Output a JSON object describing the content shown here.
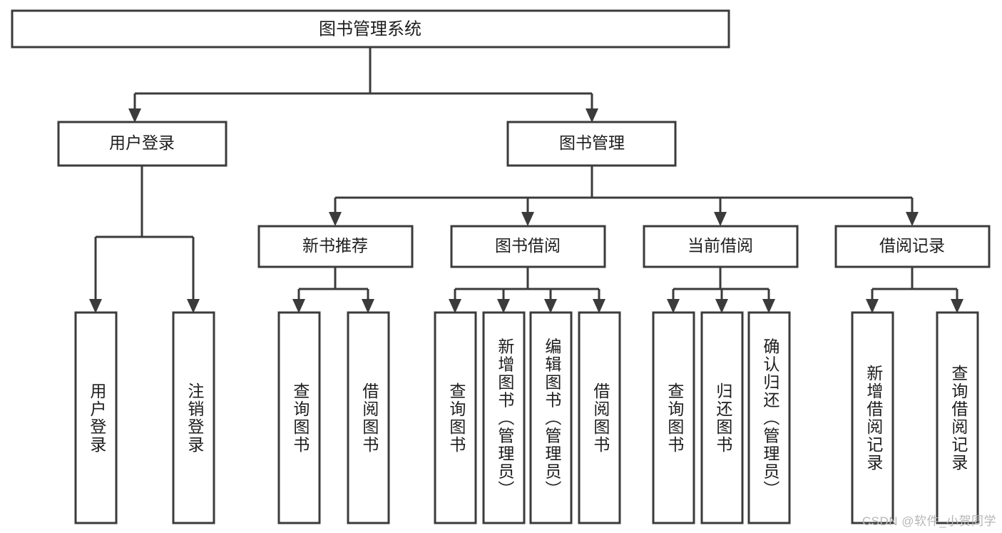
{
  "diagram": {
    "title": "图书管理系统",
    "type": "tree",
    "watermark": "CSDN @软件_小贺同学",
    "colors": {
      "stroke": "#3b3b3b",
      "fill": "#ffffff",
      "text": "#1d1d1d",
      "watermark": "#b6b6b6"
    },
    "root": {
      "label": "图书管理系统"
    },
    "level2": [
      {
        "label": "用户登录"
      },
      {
        "label": "图书管理"
      }
    ],
    "level3": [
      {
        "label": "新书推荐"
      },
      {
        "label": "图书借阅"
      },
      {
        "label": "当前借阅"
      },
      {
        "label": "借阅记录"
      }
    ],
    "leaves": {
      "user_login": [
        {
          "label": "用户登录"
        },
        {
          "label": "注销登录"
        }
      ],
      "new_book_recommend": [
        {
          "label": "查询图书"
        },
        {
          "label": "借阅图书"
        }
      ],
      "book_borrow": [
        {
          "label": "查询图书"
        },
        {
          "label": "新增图书（管理员）"
        },
        {
          "label": "编辑图书（管理员）"
        },
        {
          "label": "借阅图书"
        }
      ],
      "current_borrow": [
        {
          "label": "查询图书"
        },
        {
          "label": "归还图书"
        },
        {
          "label": "确认归还（管理员）"
        }
      ],
      "borrow_record": [
        {
          "label": "新增借阅记录"
        },
        {
          "label": "查询借阅记录"
        }
      ]
    }
  }
}
